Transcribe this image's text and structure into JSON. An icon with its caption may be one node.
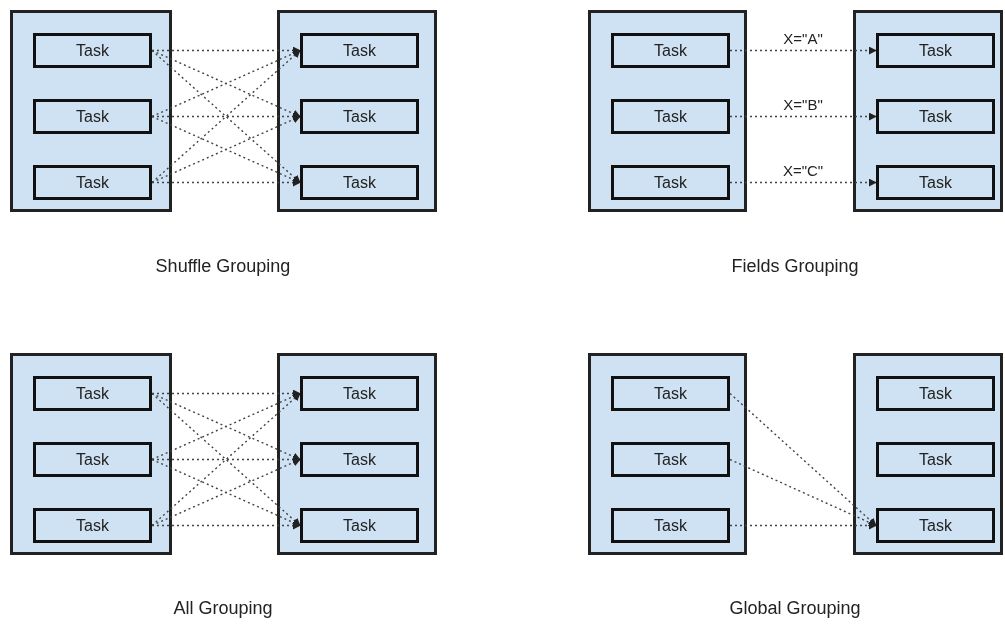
{
  "diagram": {
    "nodes": [
      {
        "text": [],
        "shape": "box"
      },
      {
        "text": [
          "Task"
        ],
        "in": 0
      },
      {
        "text": [
          "Task"
        ],
        "in": 0
      },
      {
        "text": [
          "Task"
        ],
        "in": 0
      },
      {
        "text": [],
        "shape": "box"
      },
      {
        "text": [
          "Task"
        ],
        "in": 4
      },
      {
        "text": [
          "Task"
        ],
        "in": 4
      },
      {
        "text": [
          "Task"
        ],
        "in": 4
      },
      {
        "text": [],
        "shape": "box"
      },
      {
        "text": [
          "Task"
        ],
        "in": 8
      },
      {
        "text": [
          "Task"
        ],
        "in": 8
      },
      {
        "text": [
          "Task"
        ],
        "in": 8
      },
      {
        "text": [],
        "shape": "box"
      },
      {
        "text": [
          "Task"
        ],
        "in": 12
      },
      {
        "text": [
          "Task"
        ],
        "in": 12
      },
      {
        "text": [
          "Task"
        ],
        "in": 12
      },
      {
        "text": [],
        "shape": "box"
      },
      {
        "text": [
          "Task"
        ],
        "in": 16
      },
      {
        "text": [
          "Task"
        ],
        "in": 16
      },
      {
        "text": [
          "Task"
        ],
        "in": 16
      },
      {
        "text": [],
        "shape": "box"
      },
      {
        "text": [
          "Task"
        ],
        "in": 20
      },
      {
        "text": [
          "Task"
        ],
        "in": 20
      },
      {
        "text": [
          "Task"
        ],
        "in": 20
      },
      {
        "text": [],
        "shape": "box"
      },
      {
        "text": [
          "Task"
        ],
        "in": 24
      },
      {
        "text": [
          "Task"
        ],
        "in": 24
      },
      {
        "text": [
          "Task"
        ],
        "in": 24
      },
      {
        "text": [],
        "shape": "box"
      },
      {
        "text": [
          "Task"
        ],
        "in": 28
      },
      {
        "text": [
          "Task"
        ],
        "in": 28
      },
      {
        "text": [
          "Task"
        ],
        "in": 28
      }
    ],
    "edges": [
      {
        "from": 1,
        "to": 5,
        "arrow": "to",
        "style": "dashed"
      },
      {
        "from": 1,
        "to": 6,
        "arrow": "to",
        "style": "dashed"
      },
      {
        "from": 1,
        "to": 7,
        "arrow": "to",
        "style": "dashed"
      },
      {
        "from": 2,
        "to": 5,
        "arrow": "to",
        "style": "dashed"
      },
      {
        "from": 2,
        "to": 6,
        "arrow": "to",
        "style": "dashed"
      },
      {
        "from": 2,
        "to": 7,
        "arrow": "to",
        "style": "dashed"
      },
      {
        "from": 3,
        "to": 5,
        "arrow": "to",
        "style": "dashed"
      },
      {
        "from": 3,
        "to": 6,
        "arrow": "to",
        "style": "dashed"
      },
      {
        "from": 3,
        "to": 7,
        "arrow": "to",
        "style": "dashed"
      },
      {
        "from": 9,
        "to": 13,
        "label": "X=\"A\"",
        "arrow": "to",
        "style": "dashed"
      },
      {
        "from": 10,
        "to": 14,
        "label": "X=\"B\"",
        "arrow": "to",
        "style": "dashed"
      },
      {
        "from": 11,
        "to": 15,
        "label": "X=\"C\"",
        "arrow": "to",
        "style": "dashed"
      },
      {
        "from": 17,
        "to": 21,
        "arrow": "to",
        "style": "dashed"
      },
      {
        "from": 17,
        "to": 22,
        "arrow": "to",
        "style": "dashed"
      },
      {
        "from": 17,
        "to": 23,
        "arrow": "to",
        "style": "dashed"
      },
      {
        "from": 18,
        "to": 21,
        "arrow": "to",
        "style": "dashed"
      },
      {
        "from": 18,
        "to": 22,
        "arrow": "to",
        "style": "dashed"
      },
      {
        "from": 18,
        "to": 23,
        "arrow": "to",
        "style": "dashed"
      },
      {
        "from": 19,
        "to": 21,
        "arrow": "to",
        "style": "dashed"
      },
      {
        "from": 19,
        "to": 22,
        "arrow": "to",
        "style": "dashed"
      },
      {
        "from": 19,
        "to": 23,
        "arrow": "to",
        "style": "dashed"
      },
      {
        "from": 25,
        "to": 31,
        "arrow": "to",
        "style": "dashed"
      },
      {
        "from": 26,
        "to": 31,
        "arrow": "to",
        "style": "dashed"
      },
      {
        "from": 27,
        "to": 31,
        "arrow": "to",
        "style": "dashed"
      }
    ],
    "labels": [
      "Shuffle Grouping",
      "Fields Grouping",
      "All Grouping",
      "Global Grouping"
    ]
  }
}
